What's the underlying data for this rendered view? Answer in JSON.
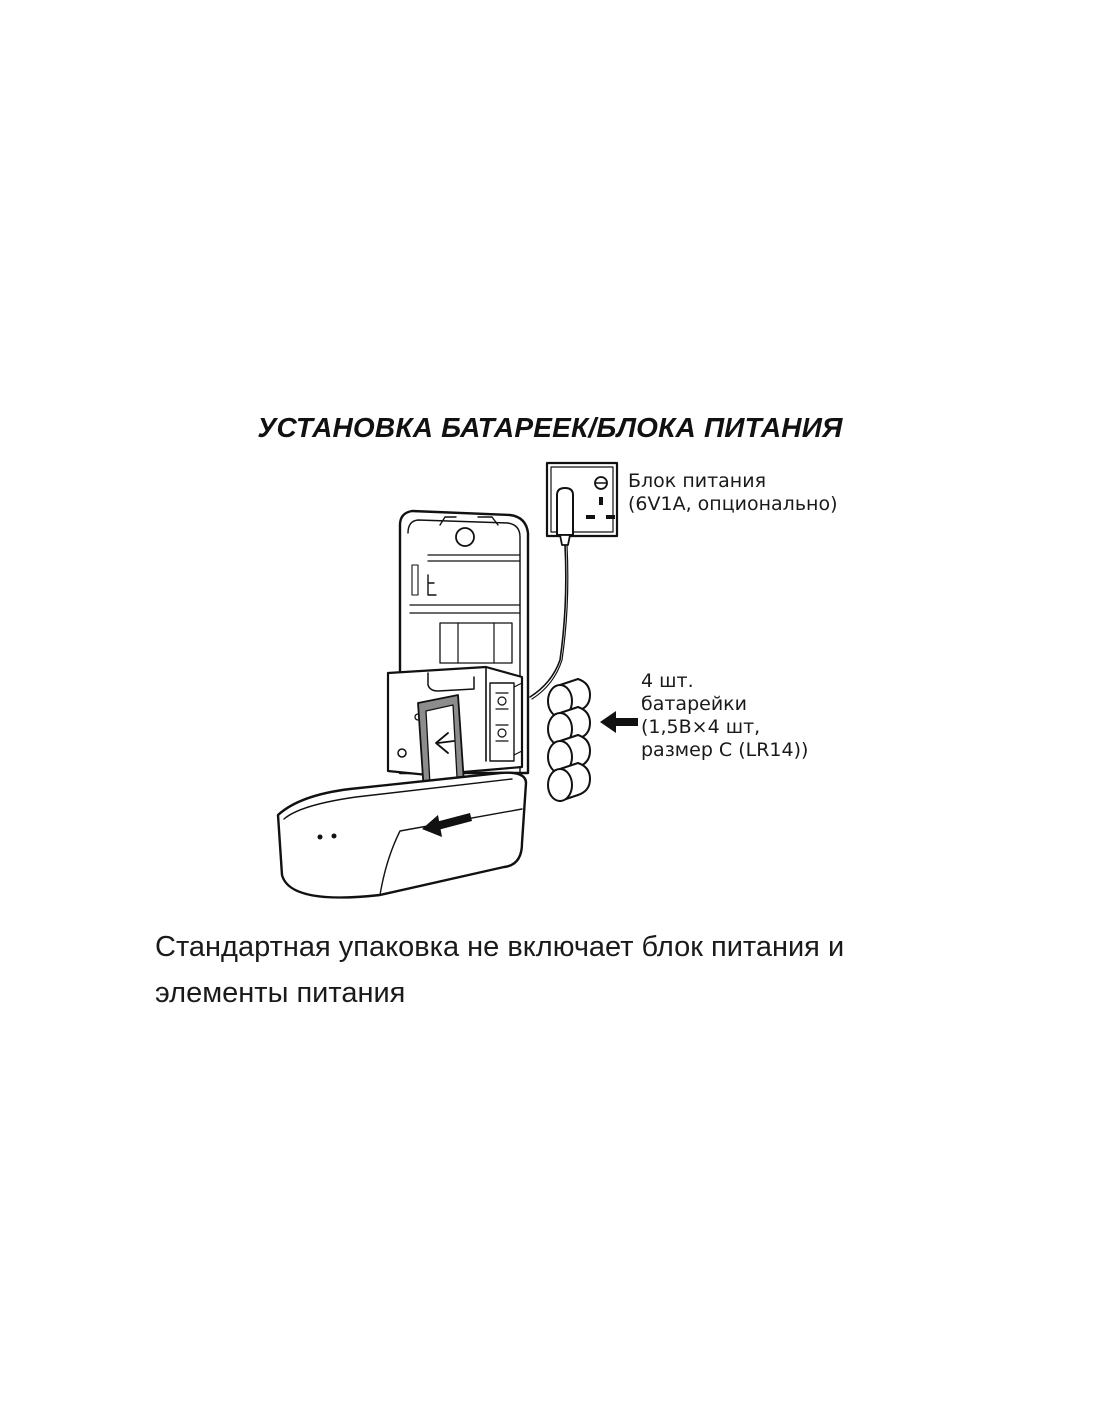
{
  "section_title": "УСТАНОВКА БАТАРЕЕК/БЛОКА ПИТАНИЯ",
  "callouts": {
    "power_supply": {
      "line1": "Блок питания",
      "line2": "(6V1A, опционально)"
    },
    "batteries": {
      "line1": "4 шт.",
      "line2": "батарейки",
      "line3": "(1,5В×4 шт,",
      "line4": "размер С (LR14))"
    }
  },
  "note": "Стандартная упаковка не включает блок питания и элементы питания",
  "colors": {
    "ink": "#111111",
    "panel_fill": "#8c8c8c",
    "background": "#ffffff"
  }
}
